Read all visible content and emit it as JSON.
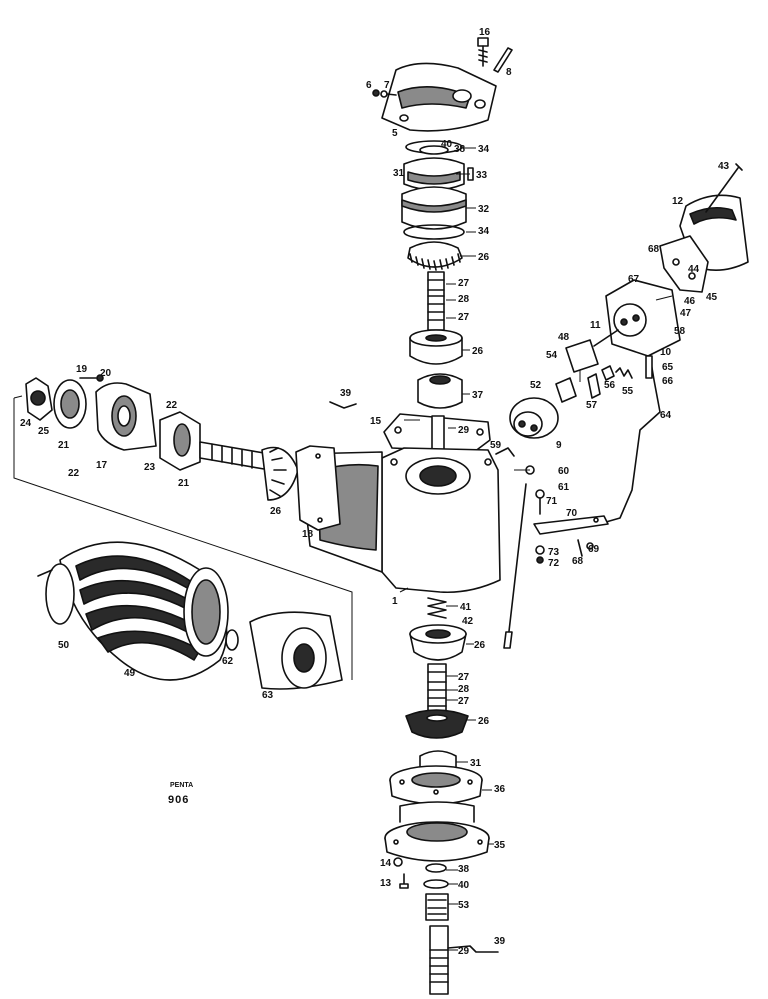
{
  "diagram": {
    "labels": [
      {
        "text": "16"
      },
      {
        "text": "8"
      },
      {
        "text": "6"
      },
      {
        "text": "7"
      },
      {
        "text": "5"
      },
      {
        "text": "40"
      },
      {
        "text": "38"
      },
      {
        "text": "34"
      },
      {
        "text": "31"
      },
      {
        "text": "33"
      },
      {
        "text": "32"
      },
      {
        "text": "34"
      },
      {
        "text": "26"
      },
      {
        "text": "27"
      },
      {
        "text": "28"
      },
      {
        "text": "27"
      },
      {
        "text": "26"
      },
      {
        "text": "37"
      },
      {
        "text": "39"
      },
      {
        "text": "15"
      },
      {
        "text": "29"
      },
      {
        "text": "59"
      },
      {
        "text": "9"
      },
      {
        "text": "60"
      },
      {
        "text": "61"
      },
      {
        "text": "71"
      },
      {
        "text": "70"
      },
      {
        "text": "73"
      },
      {
        "text": "72"
      },
      {
        "text": "69"
      },
      {
        "text": "68"
      },
      {
        "text": "43"
      },
      {
        "text": "12"
      },
      {
        "text": "68"
      },
      {
        "text": "44"
      },
      {
        "text": "45"
      },
      {
        "text": "67"
      },
      {
        "text": "46"
      },
      {
        "text": "47"
      },
      {
        "text": "48"
      },
      {
        "text": "11"
      },
      {
        "text": "58"
      },
      {
        "text": "10"
      },
      {
        "text": "54"
      },
      {
        "text": "65"
      },
      {
        "text": "66"
      },
      {
        "text": "52"
      },
      {
        "text": "56"
      },
      {
        "text": "55"
      },
      {
        "text": "57"
      },
      {
        "text": "64"
      },
      {
        "text": "19"
      },
      {
        "text": "20"
      },
      {
        "text": "22"
      },
      {
        "text": "24"
      },
      {
        "text": "25"
      },
      {
        "text": "21"
      },
      {
        "text": "22"
      },
      {
        "text": "17"
      },
      {
        "text": "23"
      },
      {
        "text": "21"
      },
      {
        "text": "26"
      },
      {
        "text": "18"
      },
      {
        "text": "1"
      },
      {
        "text": "41"
      },
      {
        "text": "42"
      },
      {
        "text": "26"
      },
      {
        "text": "27"
      },
      {
        "text": "28"
      },
      {
        "text": "27"
      },
      {
        "text": "26"
      },
      {
        "text": "31"
      },
      {
        "text": "36"
      },
      {
        "text": "35"
      },
      {
        "text": "14"
      },
      {
        "text": "38"
      },
      {
        "text": "13"
      },
      {
        "text": "40"
      },
      {
        "text": "53"
      },
      {
        "text": "39"
      },
      {
        "text": "29"
      },
      {
        "text": "50"
      },
      {
        "text": "49"
      },
      {
        "text": "62"
      },
      {
        "text": "63"
      }
    ],
    "logo": {
      "line1": "PENTA",
      "line2": "906"
    }
  }
}
